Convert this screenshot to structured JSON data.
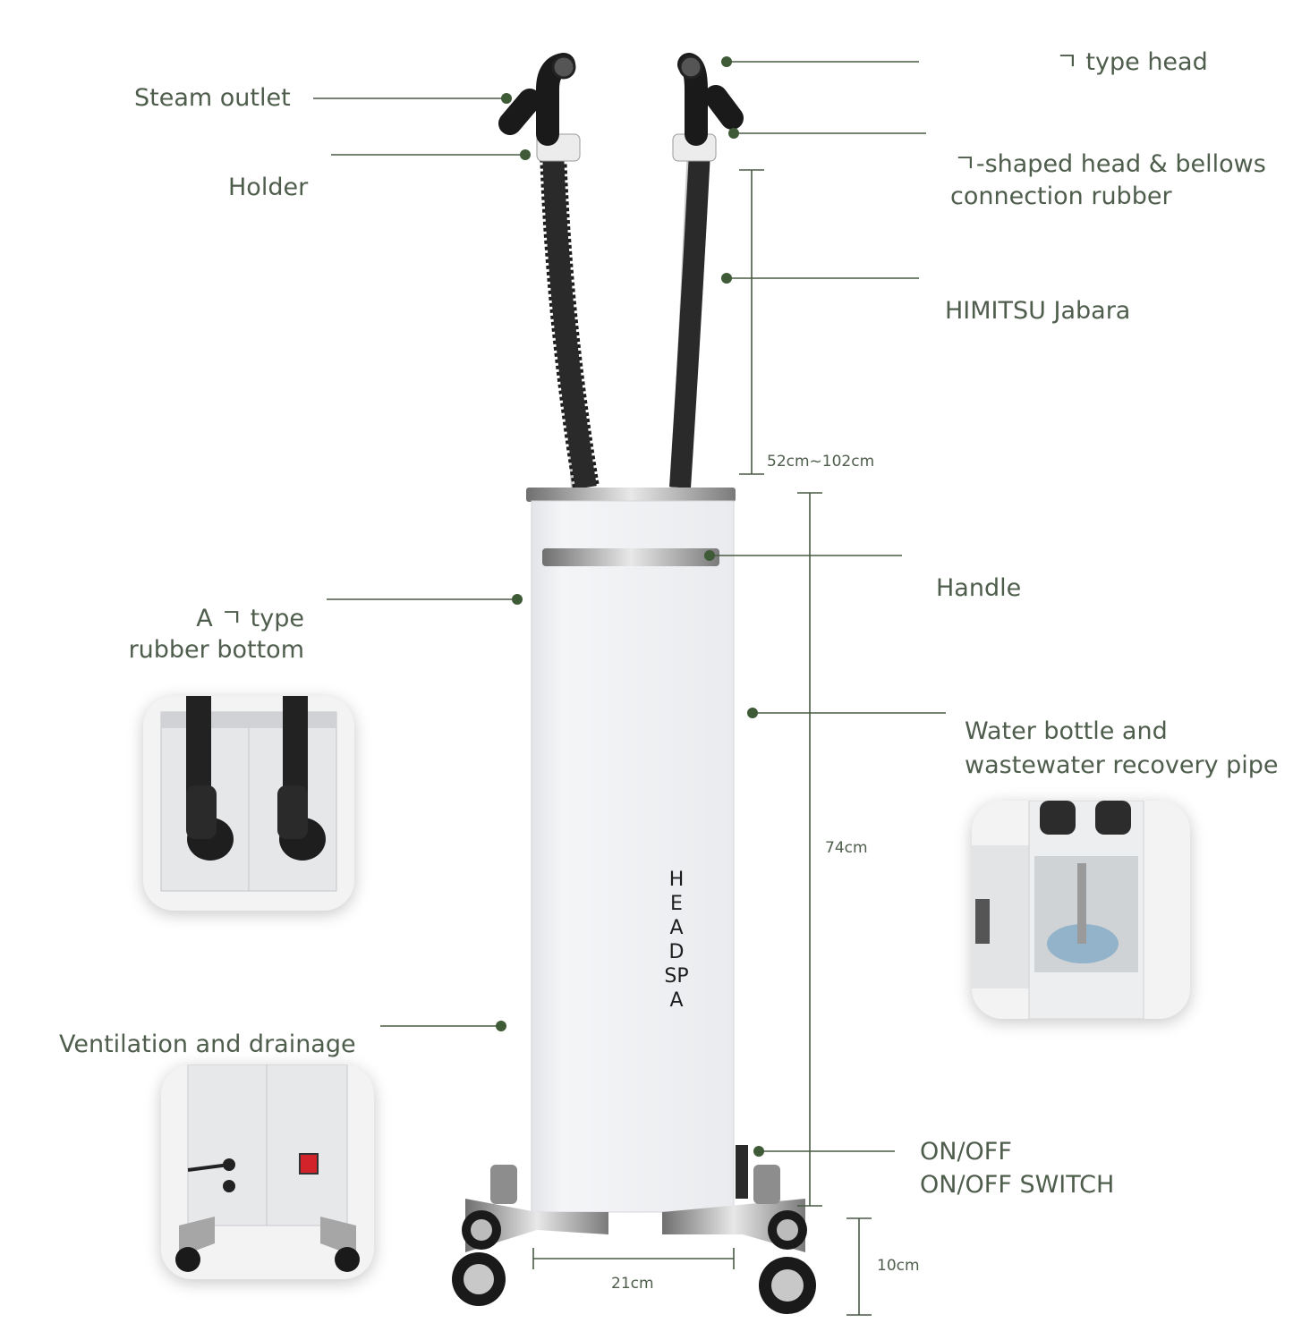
{
  "labels": {
    "steam_outlet": "Steam outlet",
    "holder": "Holder",
    "type_head": "ㄱ type head",
    "shaped_head_line1": "ㄱ-shaped head & bellows",
    "shaped_head_line2": "connection rubber",
    "himitsu": "HIMITSU Jabara",
    "handle": "Handle",
    "rubber_bottom_line1": "A ㄱ type",
    "rubber_bottom_line2": "rubber bottom",
    "water_line1": "Water bottle and",
    "water_line2": "wastewater recovery pipe",
    "ventilation": "Ventilation and drainage",
    "onoff_line1": "ON/OFF",
    "onoff_line2": "ON/OFF SWITCH"
  },
  "dimensions": {
    "hose_range": "52cm~102cm",
    "cabinet_height": "74cm",
    "base_height": "10cm",
    "base_width": "21cm"
  },
  "device": {
    "brand_text": "HEAD SPA"
  },
  "colors": {
    "label": "#4e5d4c",
    "leader": "#4a5a44",
    "dot": "#3f5a36",
    "cabinet": "#f1f2f4"
  }
}
